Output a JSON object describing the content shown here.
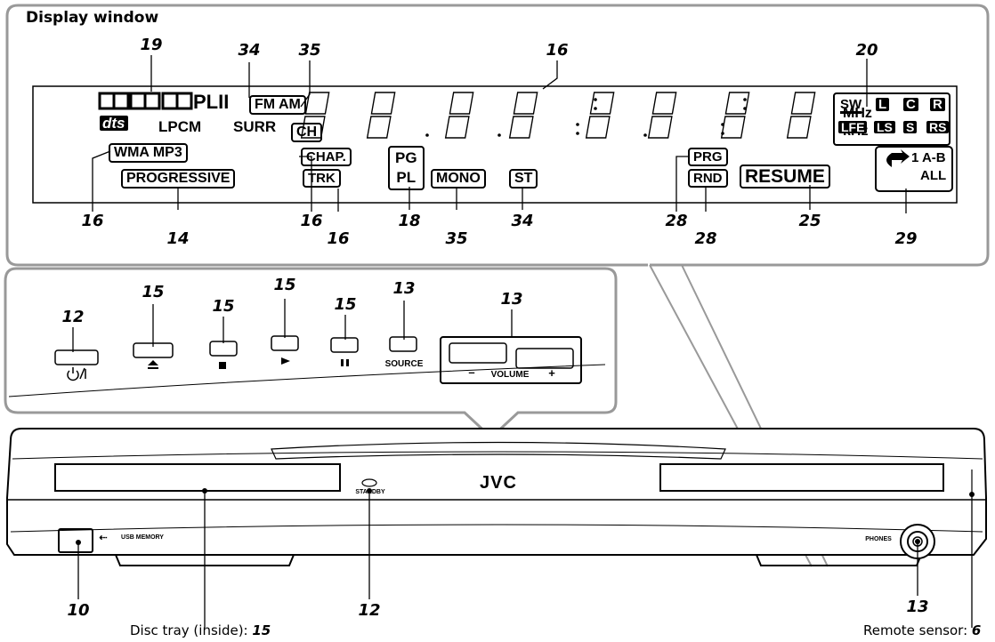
{
  "title": "Display window",
  "callouts": {
    "c19": "19",
    "c34a": "34",
    "c35a": "35",
    "c16a": "16",
    "c20": "20",
    "c16b": "16",
    "c14": "14",
    "c16c": "16",
    "c16d": "16",
    "c18": "18",
    "c35b": "35",
    "c34b": "34",
    "c28a": "28",
    "c28b": "28",
    "c25": "25",
    "c29": "29",
    "c12a": "12",
    "c15a": "15",
    "c15b": "15",
    "c15c": "15",
    "c15d": "15",
    "c13a": "13",
    "c13b": "13",
    "c10": "10",
    "c12b": "12",
    "c13c": "13"
  },
  "indicators": {
    "pl2": "PLII",
    "fm_am": "FM AM",
    "dts": "dts",
    "lpcm": "LPCM",
    "surr": "SURR",
    "ch": "CH",
    "mhz": "MHz",
    "khz": "kHz",
    "wma_mp3": "WMA  MP3",
    "progressive": "PROGRESSIVE",
    "chap": "CHAP.",
    "trk": "TRK",
    "pg": "PG",
    "pl": "PL",
    "mono": "MONO",
    "st": "ST",
    "prg": "PRG",
    "rnd": "RND",
    "resume": "RESUME",
    "repeat": "1 A-B",
    "all": "ALL",
    "sw": "SW",
    "l": "L",
    "c": "C",
    "r": "R",
    "lfe": "LFE",
    "ls": "LS",
    "s": "S",
    "rs": "RS"
  },
  "panel_labels": {
    "source": "SOURCE",
    "volume": "VOLUME",
    "minus": "–",
    "plus": "+",
    "standby": "STANDBY",
    "brand": "JVC",
    "usb": "USB MEMORY",
    "phones": "PHONES"
  },
  "captions": {
    "disc_tray_text": "Disc tray (inside): ",
    "disc_tray_num": "15",
    "remote_text": "Remote sensor: ",
    "remote_num": "6"
  }
}
